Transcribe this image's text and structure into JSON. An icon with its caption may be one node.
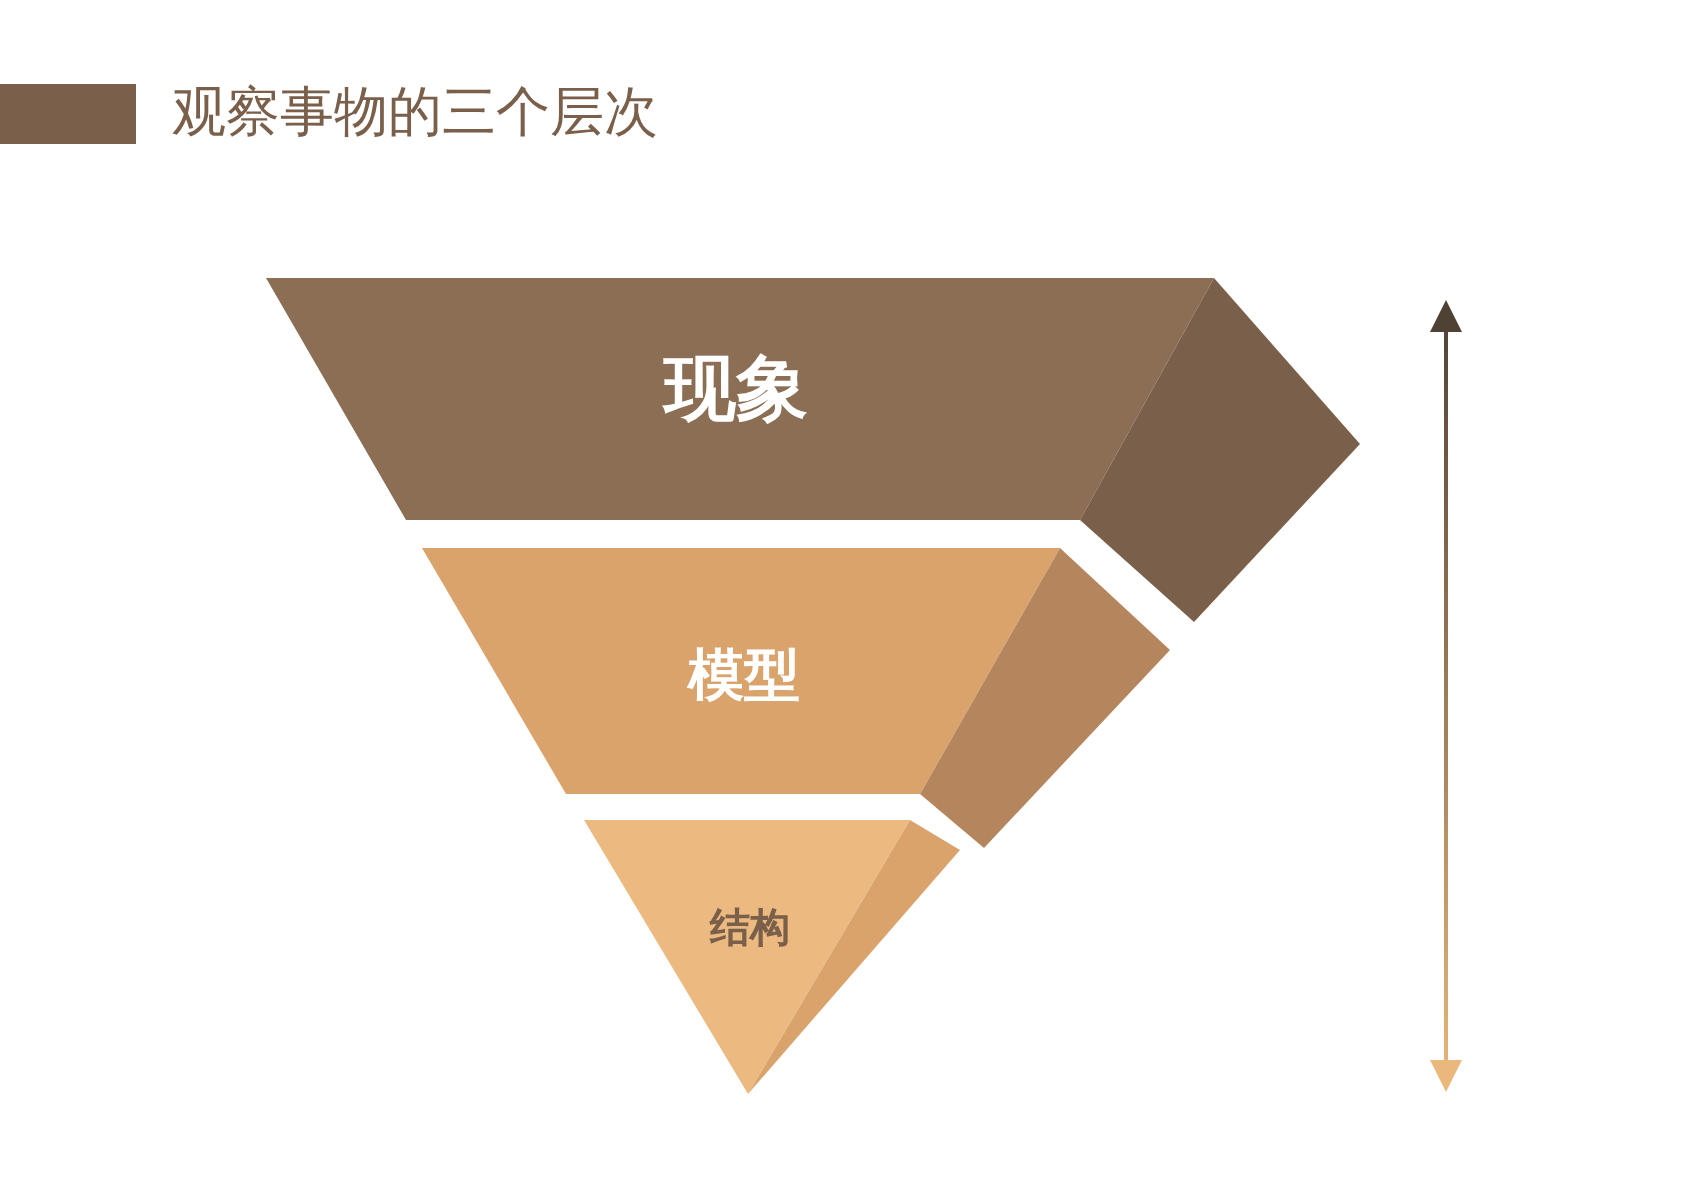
{
  "diagram": {
    "title": "观察事物的三个层次",
    "nodes": [
      {
        "text": [
          "现象"
        ]
      },
      {
        "text": [
          "模型"
        ]
      },
      {
        "text": [
          "结构"
        ]
      }
    ]
  }
}
